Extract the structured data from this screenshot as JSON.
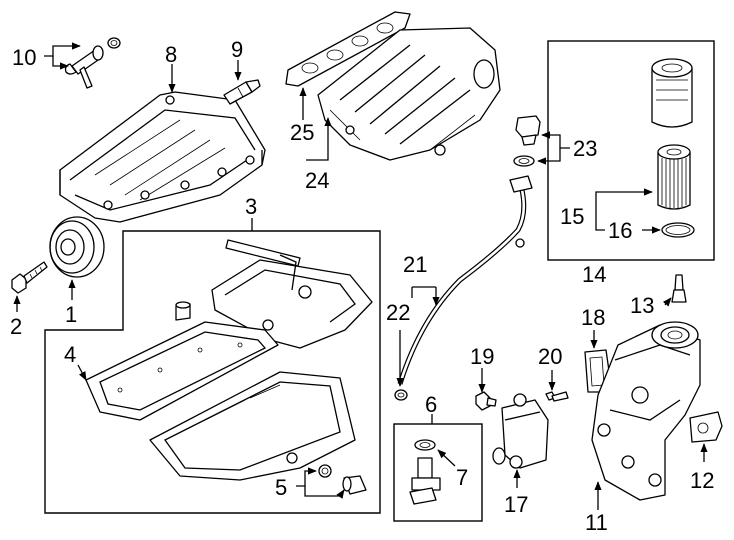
{
  "callouts": [
    {
      "id": "c1",
      "text": "1"
    },
    {
      "id": "c2",
      "text": "2"
    },
    {
      "id": "c3",
      "text": "3"
    },
    {
      "id": "c4",
      "text": "4"
    },
    {
      "id": "c5",
      "text": "5"
    },
    {
      "id": "c6",
      "text": "6"
    },
    {
      "id": "c7",
      "text": "7"
    },
    {
      "id": "c8",
      "text": "8"
    },
    {
      "id": "c9",
      "text": "9"
    },
    {
      "id": "c10",
      "text": "10"
    },
    {
      "id": "c11",
      "text": "11"
    },
    {
      "id": "c12",
      "text": "12"
    },
    {
      "id": "c13",
      "text": "13"
    },
    {
      "id": "c14",
      "text": "14"
    },
    {
      "id": "c15",
      "text": "15"
    },
    {
      "id": "c16",
      "text": "16"
    },
    {
      "id": "c17",
      "text": "17"
    },
    {
      "id": "c18",
      "text": "18"
    },
    {
      "id": "c19",
      "text": "19"
    },
    {
      "id": "c20",
      "text": "20"
    },
    {
      "id": "c21",
      "text": "21"
    },
    {
      "id": "c22",
      "text": "22"
    },
    {
      "id": "c23",
      "text": "23"
    },
    {
      "id": "c24",
      "text": "24"
    },
    {
      "id": "c25",
      "text": "25"
    }
  ],
  "colors": {
    "line": "#000000",
    "background": "#ffffff"
  }
}
